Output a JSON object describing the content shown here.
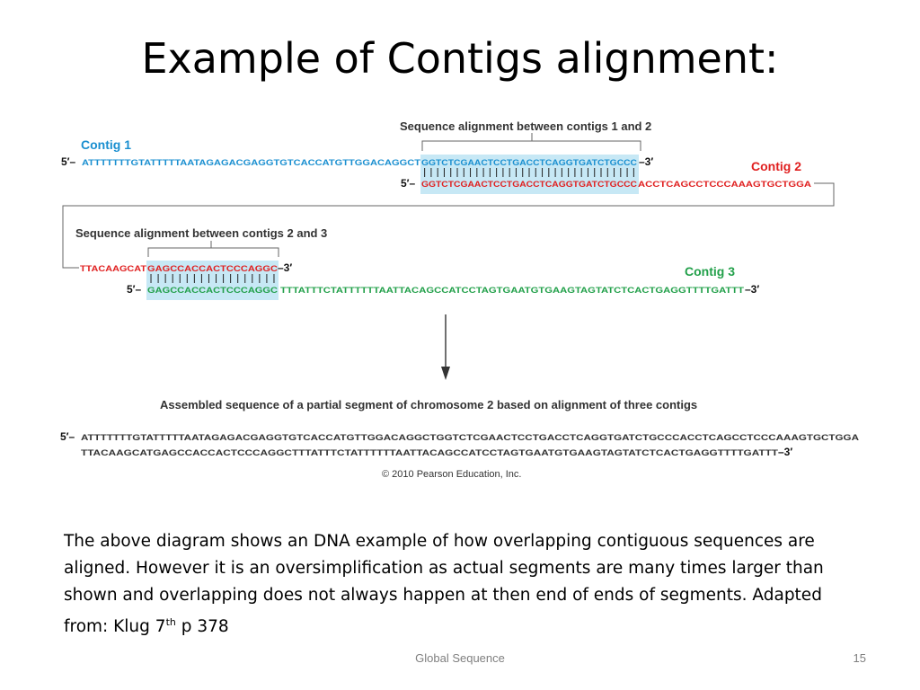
{
  "slide": {
    "title": "Example of Contigs alignment:",
    "caption": "The above diagram shows an DNA example of how overlapping contiguous sequences  are aligned. However it is an oversimplification as actual segments are many times larger than shown and overlapping does not always happen at then end of ends of segments. Adapted from: Klug 7",
    "caption_sup": "th",
    "caption_tail": " p 378",
    "footer": "Global Sequence",
    "page_number": "15"
  },
  "diagram": {
    "contig1_label": "Contig 1",
    "contig2_label": "Contig 2",
    "contig3_label": "Contig 3",
    "align12_label": "Sequence alignment between contigs 1 and 2",
    "align23_label": "Sequence alignment between contigs 2 and 3",
    "prime5": "5′–",
    "prime3": "–3′",
    "contig1_seq": "ATTTTTTTGTATTTTTAATAGAGACGAGGTGTCACCATGTTGGACAGGCT",
    "overlap12_seq": "GGTCTCGAACTCCTGACCTCAGGTGATCTGCCC",
    "contig2_start_seq": "GGTCTCGAACTCCTGACCTCAGGTGATCTGCCC",
    "contig2_tail_seq": "ACCTCAGCCTCCCAAAGTGCTGGA",
    "contig2_end_seq": "TTACAAGCAT",
    "overlap23_seq": "GAGCCACCACTCCCAGGC",
    "contig3_start_seq": "GAGCCACCACTCCCAGGC",
    "contig3_tail_seq": "TTTATTTCTATTTTTTAATTACAGCCATCCTAGTGAATGTGAAGTAGTATCTCACTGAGGTTTTGATTT",
    "assembled_label": "Assembled sequence of a partial segment of chromosome 2 based on alignment of three contigs",
    "assembled_line1": "ATTTTTTTGTATTTTTAATAGAGACGAGGTGTCACCATGTTGGACAGGCTGGTCTCGAACTCCTGACCTCAGGTGATCTGCCCACCTCAGCCTCCCAAAGTGCTGGA",
    "assembled_line2": "TTACAAGCATGAGCCACCACTCCCAGGCTTTATTTCTATTTTTTAATTACAGCCATCCTAGTGAATGTGAAGTAGTATCTCACTGAGGTTTTGATTT",
    "copyright": "© 2010 Pearson Education, Inc.",
    "colors": {
      "contig1": "#1a8fd0",
      "contig2": "#e02020",
      "contig3": "#22a04a",
      "highlight": "#c7e8f5",
      "bracket": "#666666"
    }
  }
}
